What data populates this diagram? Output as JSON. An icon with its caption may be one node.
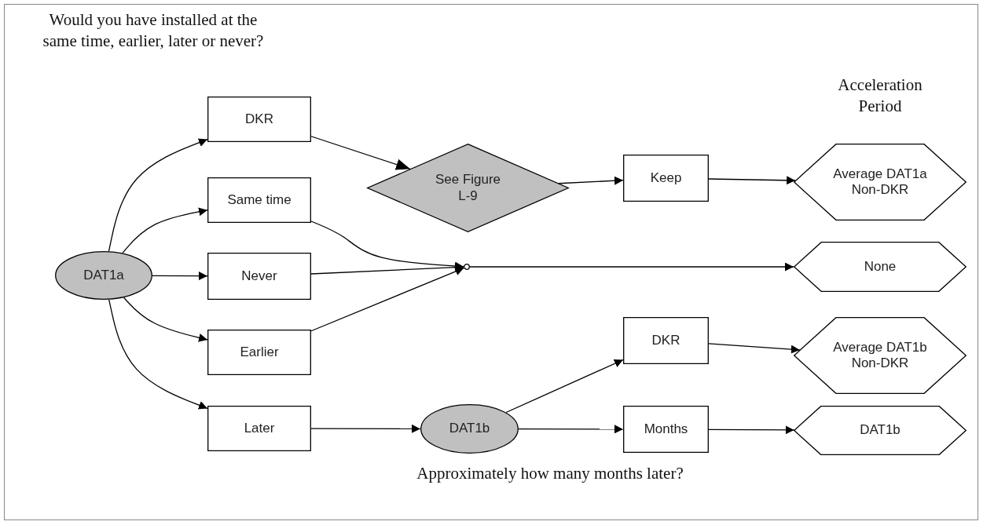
{
  "diagram": {
    "nodes": [
      {
        "text": [
          "DAT1a"
        ]
      },
      {
        "text": [
          "DKR"
        ]
      },
      {
        "text": [
          "Same time"
        ]
      },
      {
        "text": [
          "Never"
        ]
      },
      {
        "text": [
          "Earlier"
        ]
      },
      {
        "text": [
          "Later"
        ]
      },
      {
        "text": [
          "See Figure L-9"
        ]
      },
      {
        "text": [
          "Keep"
        ]
      },
      {
        "text": [
          "Average DAT1a Non-DKR"
        ]
      },
      {
        "text": [],
        "shape": "circle"
      },
      {
        "text": [
          "None"
        ]
      },
      {
        "text": [
          "DAT1b"
        ]
      },
      {
        "text": [
          "DKR"
        ]
      },
      {
        "text": [
          "Months"
        ]
      },
      {
        "text": [
          "Average DAT1b Non-DKR"
        ]
      },
      {
        "text": [
          "DAT1b"
        ]
      }
    ],
    "edges": [
      {
        "from": 0,
        "to": 1,
        "arrow": "to"
      },
      {
        "from": 0,
        "to": 2,
        "arrow": "to"
      },
      {
        "from": 0,
        "to": 3,
        "arrow": "to"
      },
      {
        "from": 0,
        "to": 4,
        "arrow": "to"
      },
      {
        "from": 0,
        "to": 5,
        "arrow": "to"
      },
      {
        "from": 1,
        "to": 6,
        "arrow": "to"
      },
      {
        "from": 6,
        "to": 7,
        "arrow": "to"
      },
      {
        "from": 7,
        "to": 8,
        "arrow": "to"
      },
      {
        "from": 2,
        "to": 9,
        "arrow": "to"
      },
      {
        "from": 3,
        "to": 9,
        "arrow": "to"
      },
      {
        "from": 4,
        "to": 9,
        "arrow": "to"
      },
      {
        "from": 9,
        "to": 10,
        "arrow": "to"
      },
      {
        "from": 5,
        "to": 11,
        "arrow": "to"
      },
      {
        "from": 11,
        "to": 12,
        "arrow": "to"
      },
      {
        "from": 11,
        "to": 13,
        "arrow": "to"
      },
      {
        "from": 12,
        "to": 14,
        "arrow": "to"
      },
      {
        "from": 13,
        "to": 15,
        "arrow": "to"
      }
    ],
    "labels": [
      "Would you have installed at the same time, earlier, later or never?",
      "Acceleration Period",
      "Approximately how many months later?"
    ]
  }
}
